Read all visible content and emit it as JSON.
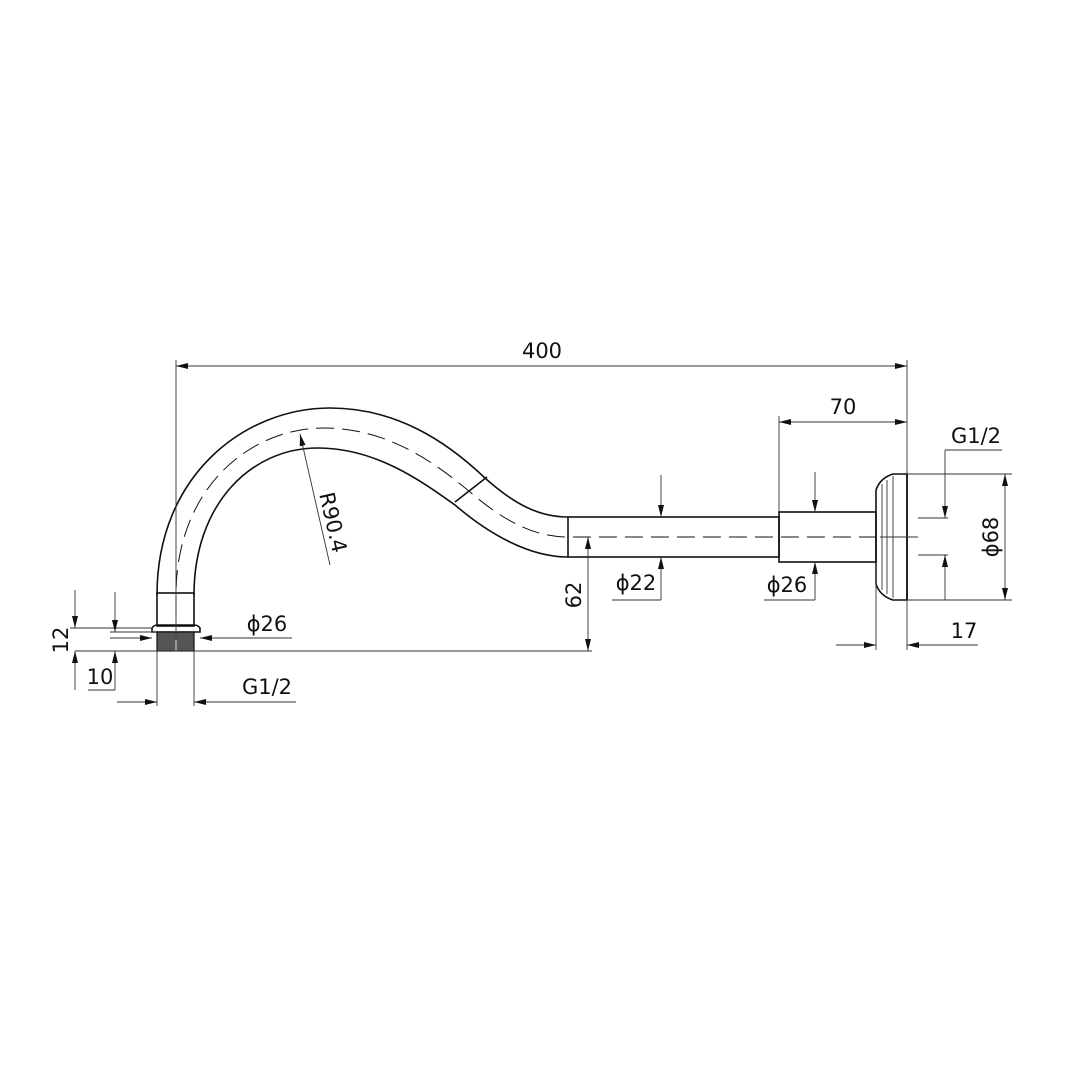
{
  "drawing": {
    "overall_length": "400",
    "rosette_length": "70",
    "rosette_thread": "G1/2",
    "rosette_diameter": "ϕ68",
    "rosette_depth": "17",
    "pipe_diameter": "ϕ22",
    "sleeve_diameter": "ϕ26",
    "drop_height": "62",
    "bend_radius": "R90.4",
    "outlet_collar_diameter": "ϕ26",
    "outlet_thread": "G1/2",
    "outlet_height": "12",
    "thread_length": "10"
  }
}
